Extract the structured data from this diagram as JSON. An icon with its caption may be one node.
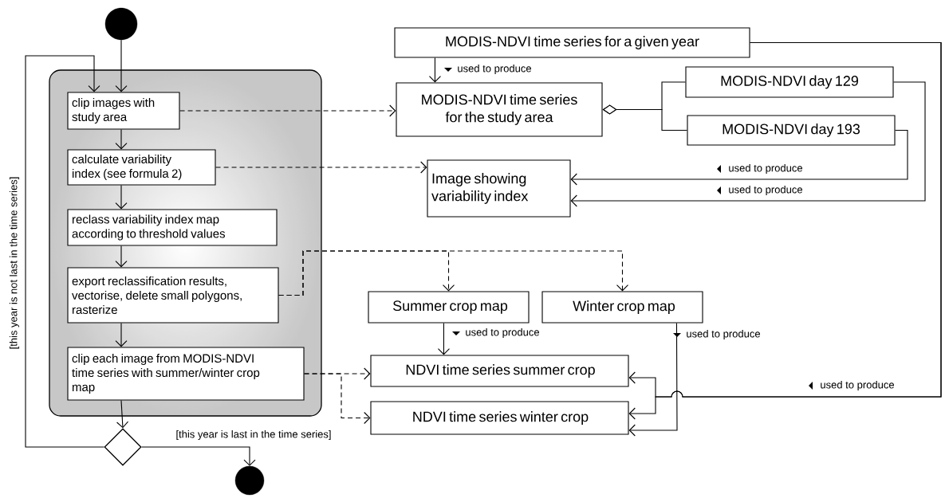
{
  "diagram": {
    "nodes": [
      {
        "text": [],
        "shape": "circle"
      },
      {
        "text": [],
        "shape": "box"
      },
      {
        "text": [
          "clip images with study area"
        ],
        "in": 1
      },
      {
        "text": [
          "calculate variability index (see formula 2)"
        ],
        "in": 1
      },
      {
        "text": [
          "reclass variability index map according to threshold values"
        ],
        "in": 1
      },
      {
        "text": [
          "export reclassification results, vectorise, delete small polygons, rasterize"
        ],
        "in": 1
      },
      {
        "text": [
          "clip each image from MODIS-NDVI time series with summer/winter crop map"
        ],
        "in": 1
      },
      {
        "text": [],
        "shape": "diamond"
      },
      {
        "text": [],
        "shape": "circle"
      },
      {
        "text": [
          "MODIS-NDVI time series for a given year"
        ]
      },
      {
        "text": [
          "MODIS-NDVI time series for the study area"
        ]
      },
      {
        "text": [
          "MODIS-NDVI day 129"
        ]
      },
      {
        "text": [
          "MODIS-NDVI day 193"
        ]
      },
      {
        "text": [
          "Image showing variability index"
        ]
      },
      {
        "text": [
          "Summer crop map"
        ]
      },
      {
        "text": [
          "Winter crop map"
        ]
      },
      {
        "text": [
          "NDVI time series summer crop"
        ]
      },
      {
        "text": [
          "NDVI time series winter crop"
        ]
      }
    ],
    "edges": [
      {
        "from": 0,
        "to": 2,
        "arrow": "to"
      },
      {
        "from": 7,
        "to": 2,
        "arrow": "to",
        "label": "[this year is not last in the time series]"
      },
      {
        "from": 2,
        "to": 3,
        "arrow": "to"
      },
      {
        "from": 3,
        "to": 4,
        "arrow": "to"
      },
      {
        "from": 4,
        "to": 5,
        "arrow": "to"
      },
      {
        "from": 5,
        "to": 6,
        "arrow": "to"
      },
      {
        "from": 6,
        "to": 7,
        "arrow": "to"
      },
      {
        "from": 7,
        "to": 8,
        "arrow": "to",
        "label": "[this year is last in the time series]"
      },
      {
        "from": 2,
        "to": 10,
        "arrow": "to",
        "style": "dashed"
      },
      {
        "from": 3,
        "to": 13,
        "arrow": "to",
        "style": "dashed"
      },
      {
        "from": 5,
        "to": 14,
        "arrow": "to",
        "style": "dashed"
      },
      {
        "from": 5,
        "to": 15,
        "arrow": "to",
        "style": "dashed"
      },
      {
        "from": 6,
        "to": 16,
        "arrow": "to",
        "style": "dashed"
      },
      {
        "from": 6,
        "to": 17,
        "arrow": "to",
        "style": "dashed"
      },
      {
        "from": 9,
        "to": 10,
        "arrow": "to",
        "label": "used to produce"
      },
      {
        "from": 10,
        "to": 11,
        "arrow": "other"
      },
      {
        "from": 10,
        "to": 12,
        "arrow": "other"
      },
      {
        "from": 12,
        "to": 13,
        "arrow": "to",
        "label": "used to produce"
      },
      {
        "from": 11,
        "to": 13,
        "arrow": "to",
        "label": "used to produce"
      },
      {
        "from": 14,
        "to": 16,
        "arrow": "to",
        "label": "used to produce"
      },
      {
        "from": 15,
        "to": 17,
        "arrow": "to",
        "label": "used to produce"
      },
      {
        "from": 9,
        "to": 16,
        "arrow": "to",
        "label": "used to produce"
      },
      {
        "from": 9,
        "to": 17,
        "arrow": "to"
      }
    ]
  }
}
